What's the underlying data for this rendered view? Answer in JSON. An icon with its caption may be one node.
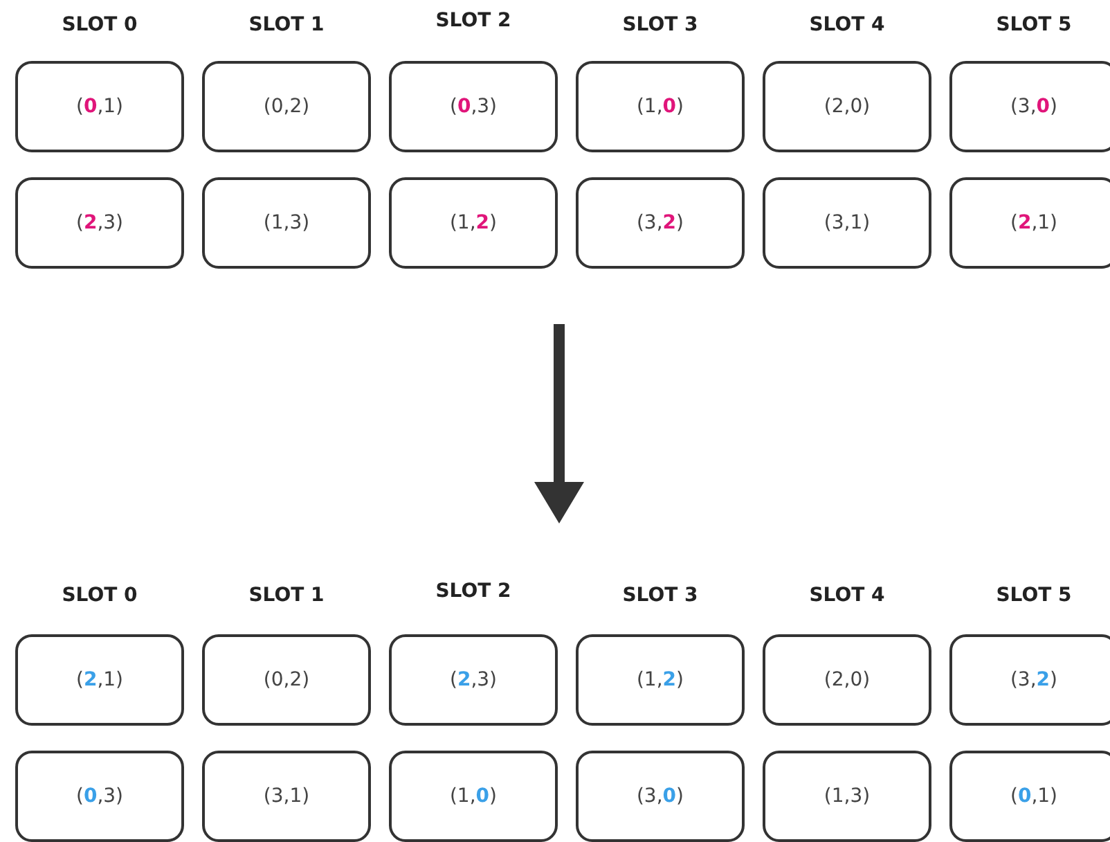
{
  "diagram": {
    "nodes": [
      {
        "text": [
          "(**0**,1)"
        ]
      },
      {
        "text": [
          "(0,2)"
        ]
      },
      {
        "text": [
          "(**0**,3)"
        ]
      },
      {
        "text": [
          "(1,**0**)"
        ]
      },
      {
        "text": [
          "(2,0)"
        ]
      },
      {
        "text": [
          "(3,**0**)"
        ]
      },
      {
        "text": [
          "(**2**,3)"
        ]
      },
      {
        "text": [
          "(1,3)"
        ]
      },
      {
        "text": [
          "(1,**2**)"
        ]
      },
      {
        "text": [
          "(3,**2**)"
        ]
      },
      {
        "text": [
          "(3,1)"
        ]
      },
      {
        "text": [
          "(**2**,1)"
        ]
      },
      {
        "text": [
          "(**2**,1)"
        ]
      },
      {
        "text": [
          "(0,2)"
        ]
      },
      {
        "text": [
          "(**2**,3)"
        ]
      },
      {
        "text": [
          "(1,**2**)"
        ]
      },
      {
        "text": [
          "(2,0)"
        ]
      },
      {
        "text": [
          "(3,**2**)"
        ]
      },
      {
        "text": [
          "(**0**,3)"
        ]
      },
      {
        "text": [
          "(3,1)"
        ]
      },
      {
        "text": [
          "(1,**0**)"
        ]
      },
      {
        "text": [
          "(3,**0**)"
        ]
      },
      {
        "text": [
          "(1,3)"
        ]
      },
      {
        "text": [
          "(**0**,1)"
        ]
      }
    ],
    "labels": [
      "SLOT 0",
      "SLOT 1",
      "SLOT 2",
      "SLOT 3",
      "SLOT 4",
      "SLOT 5",
      "SLOT 0",
      "SLOT 1",
      "SLOT 2",
      "SLOT 3",
      "SLOT 4",
      "SLOT 5"
    ]
  }
}
